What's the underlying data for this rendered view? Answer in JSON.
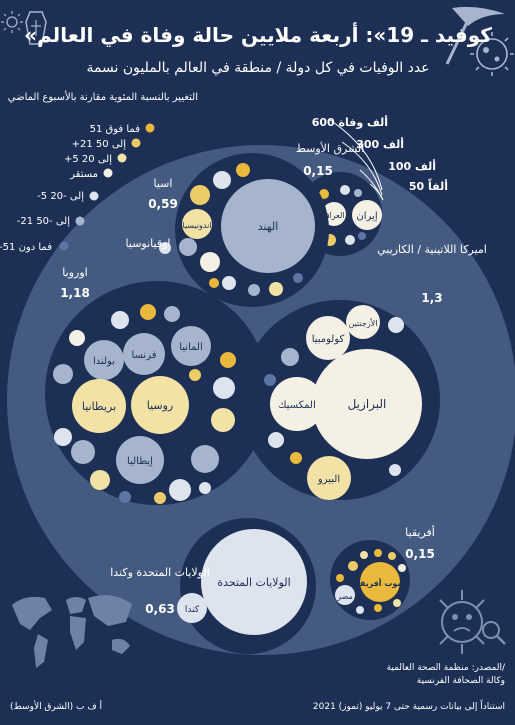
{
  "header": {
    "title": "«كوفيد ـ 19»: أربعة ملايين حالة وفاة في العالم",
    "subtitle": "عدد الوفيات في كل دولة / منطقة في العالم بالمليون نسمة"
  },
  "size_legend": {
    "items": [
      "600 ألف وفاة",
      "300 ألف",
      "100 ألف",
      "50 ألفاً"
    ]
  },
  "color_legend": {
    "title": "التغيير بالنسبة المئوية مقارنة بالأسبوع الماضي",
    "items": [
      {
        "label": "51 فما فوق",
        "color": "#e8b93a"
      },
      {
        "label": "+21 إلى 50",
        "color": "#eccc68"
      },
      {
        "label": "+5 إلى 20",
        "color": "#f2e2a6"
      },
      {
        "label": "مستقر",
        "color": "#f4f1e4"
      },
      {
        "label": "-5 إلى -20",
        "color": "#dde4ee"
      },
      {
        "label": "-21 إلى -50",
        "color": "#a6b5cd"
      },
      {
        "label": "-51 فما دون",
        "color": "#5d75a3"
      }
    ]
  },
  "regions": [
    {
      "name": "الشرق الأوسط",
      "value": "0,15"
    },
    {
      "name": "اسيا",
      "value": "0,59"
    },
    {
      "name": "اوقيانوسيا",
      "value": ""
    },
    {
      "name": "اوروبا",
      "value": "1,18"
    },
    {
      "name": "اميركا اللاتينية / الكاريبي",
      "value": "1,3"
    },
    {
      "name": "أفريقيا",
      "value": "0,15"
    },
    {
      "name": "الولايات المتحدة وكندا",
      "value": "0,63"
    }
  ],
  "country_labels": {
    "india": "الهند",
    "indonesia": "اندونيسيا",
    "iran": "إيران",
    "iraq": "العراق",
    "argentina": "الأرجنتين",
    "colombia": "كولومبيا",
    "brazil": "البرازيل",
    "mexico": "المكسيك",
    "peru": "البيرو",
    "poland": "بولندا",
    "france": "فرنسا",
    "germany": "المانيا",
    "britain": "بريطانيا",
    "russia": "روسيا",
    "italy": "إيطاليا",
    "usa": "الولايات المتحدة",
    "canada": "كندا",
    "south_africa": "جنوب أفريقيا",
    "egypt": "مصر"
  },
  "footer": {
    "source_1": "المصدر: منظمة الصحة العالمية/",
    "source_2": "وكالة الصحافة الفرنسية",
    "basis": "استناداً إلى بيانات رسمية حتى 7 يوليو (تموز) 2021",
    "credit": "أ ف ب (الشرق الأوسط)"
  },
  "colors": {
    "background": "#1d2f55",
    "outer_circle": "#445a80",
    "region_circle": "#1d2f55",
    "gold": "#e8b93a",
    "pale_yellow": "#f2e2a6",
    "cream": "#f4f1e4",
    "light_blue": "#dde4ee",
    "mid_blue": "#a6b5cd",
    "dark_blue": "#5d75a3"
  }
}
